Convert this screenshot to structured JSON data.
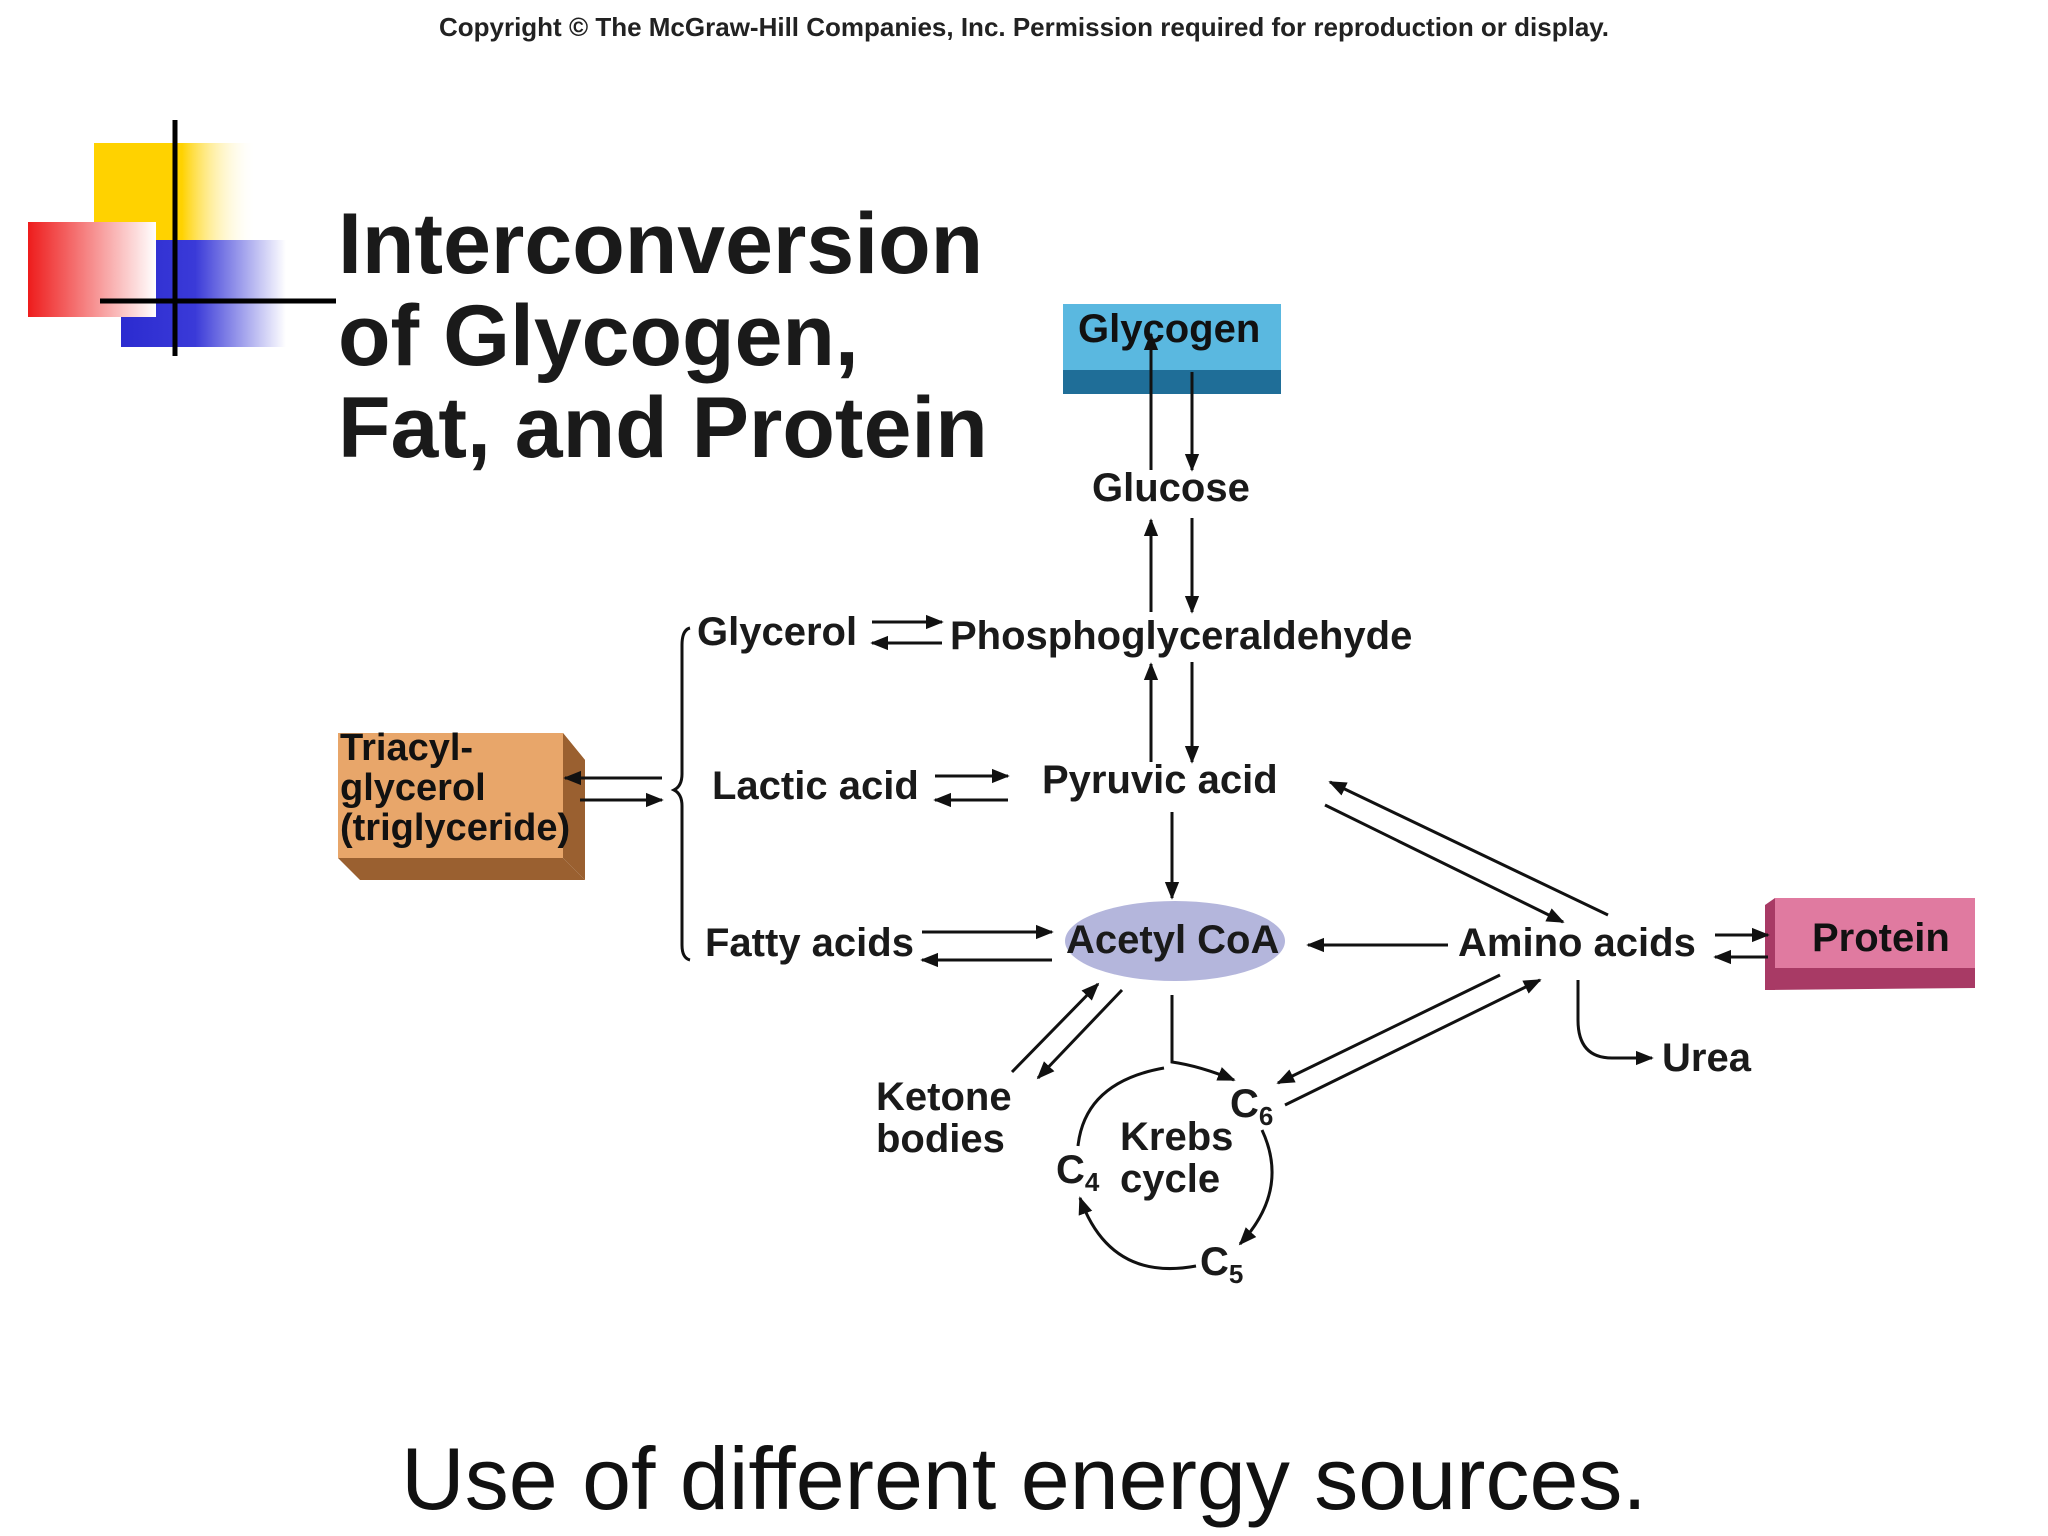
{
  "header": {
    "copyright": "Copyright © The McGraw-Hill Companies, Inc. Permission required for reproduction or display."
  },
  "title": {
    "line1": "Interconversion",
    "line2": "of Glycogen,",
    "line3": "Fat, and Protein"
  },
  "diagram": {
    "glycogen": "Glycogen",
    "glucose": "Glucose",
    "glycerol": "Glycerol",
    "phosphoglyceraldehyde": "Phosphoglyceraldehyde",
    "triacylglycerol": {
      "line1": "Triacyl-",
      "line2": "glycerol",
      "line3": "(triglyceride)"
    },
    "lactic_acid": "Lactic acid",
    "pyruvic_acid": "Pyruvic acid",
    "fatty_acids": "Fatty acids",
    "acetyl_coa": "Acetyl CoA",
    "amino_acids": "Amino acids",
    "protein": "Protein",
    "urea": "Urea",
    "ketone_bodies": {
      "line1": "Ketone",
      "line2": "bodies"
    },
    "krebs_cycle": {
      "line1": "Krebs",
      "line2": "cycle"
    },
    "c6": {
      "letter": "C",
      "sub": "6"
    },
    "c4": {
      "letter": "C",
      "sub": "4"
    },
    "c5": {
      "letter": "C",
      "sub": "5"
    }
  },
  "caption": "Use of different energy sources.",
  "colors": {
    "glycogen_box": "#5ab8e0",
    "glycogen_box_dark": "#1f6e98",
    "triacylglycerol_box": "#e8a66a",
    "triacylglycerol_box_dark": "#9a6030",
    "protein_box": "#e07aa0",
    "protein_box_dark": "#a83a65",
    "acetyl_coa_ellipse": "#b4b6dc",
    "deco_yellow": "#ffd200",
    "deco_red": "#ee1c1c",
    "deco_blue": "#2b2bd0"
  }
}
